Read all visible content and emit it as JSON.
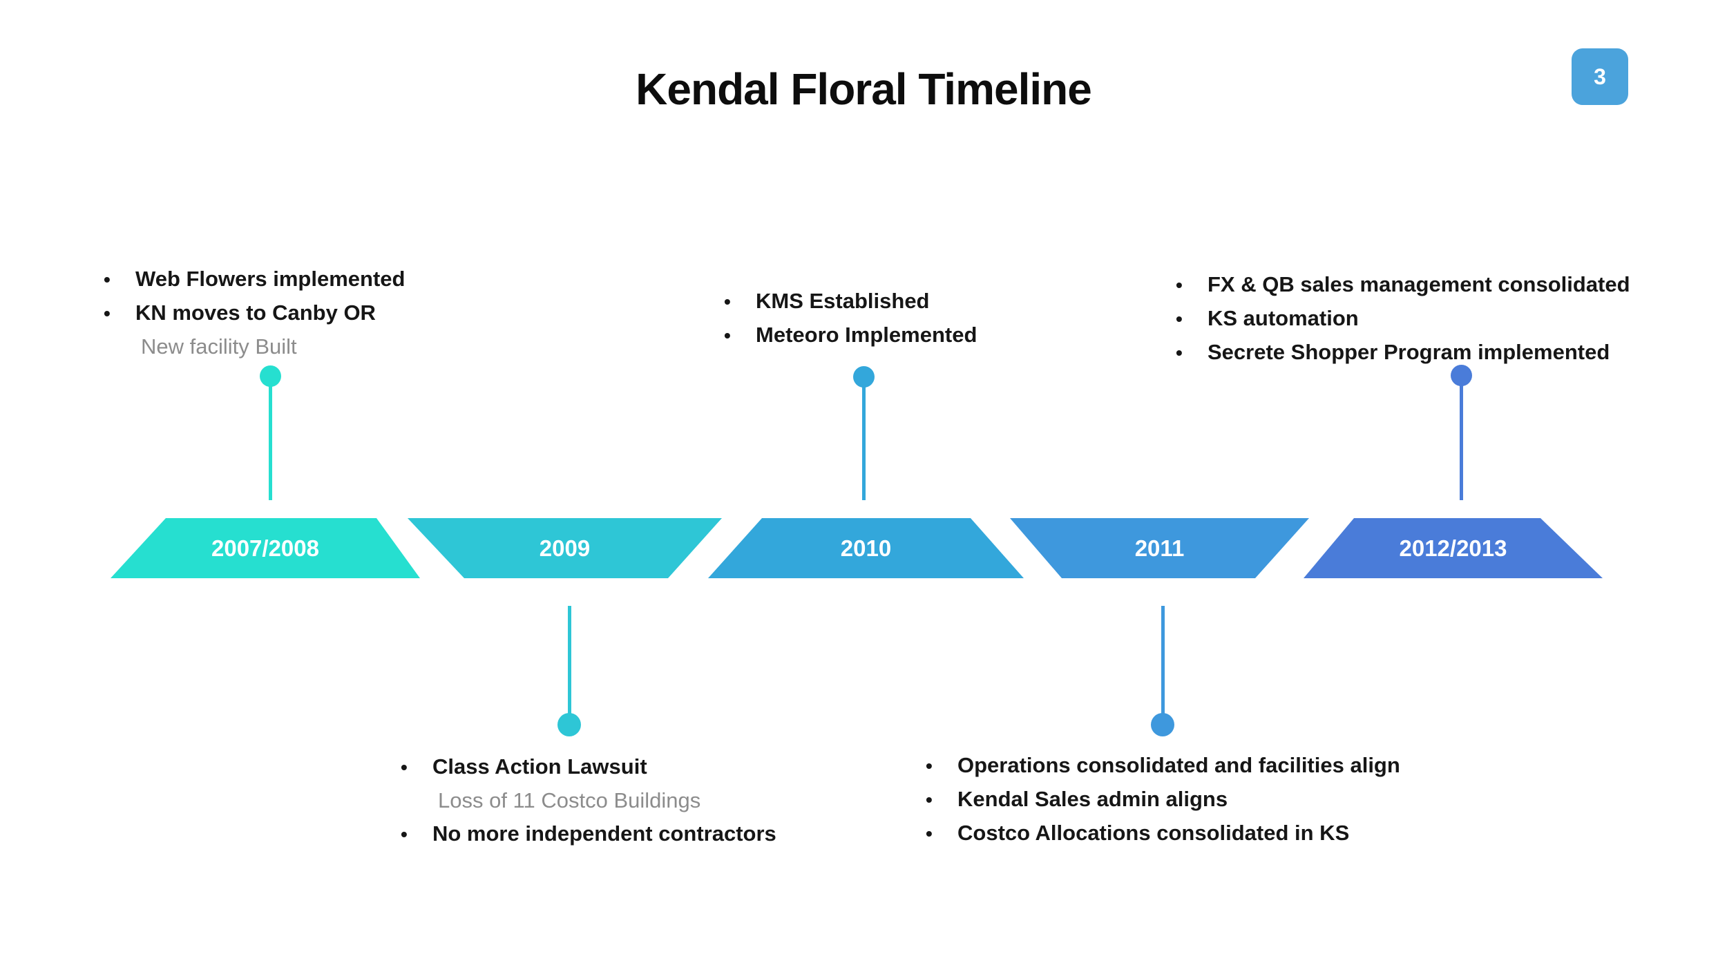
{
  "slide": {
    "title": "Kendal Floral Timeline",
    "page_number": "3",
    "page_badge_color": "#4BA3DC"
  },
  "groups": {
    "g2007": {
      "items": [
        {
          "text": "Web Flowers implemented"
        },
        {
          "text": "KN moves to Canby OR"
        },
        {
          "text": "New facility Built",
          "style": "sub"
        }
      ]
    },
    "g2010": {
      "items": [
        {
          "text": "KMS Established"
        },
        {
          "text": "Meteoro Implemented"
        }
      ]
    },
    "g2012": {
      "items": [
        {
          "text": "FX & QB sales management consolidated"
        },
        {
          "text": "KS automation"
        },
        {
          "text": "Secrete Shopper Program implemented"
        }
      ]
    },
    "g2009": {
      "items": [
        {
          "text": "Class Action Lawsuit"
        },
        {
          "text": "Loss of 11 Costco Buildings",
          "style": "sub"
        },
        {
          "text": "No more independent contractors"
        }
      ]
    },
    "g2011": {
      "items": [
        {
          "text": "Operations consolidated and facilities align"
        },
        {
          "text": "Kendal Sales admin aligns"
        },
        {
          "text": "Costco Allocations consolidated in KS"
        }
      ]
    }
  },
  "timeline": {
    "items": [
      {
        "label": "2007/2008",
        "color": "#26DFD0",
        "connector": "top"
      },
      {
        "label": "2009",
        "color": "#2EC6D6",
        "connector": "bottom"
      },
      {
        "label": "2010",
        "color": "#33A7DB",
        "connector": "top"
      },
      {
        "label": "2011",
        "color": "#3E98DD",
        "connector": "bottom"
      },
      {
        "label": "2012/2013",
        "color": "#4A7CD9",
        "connector": "top"
      }
    ]
  }
}
